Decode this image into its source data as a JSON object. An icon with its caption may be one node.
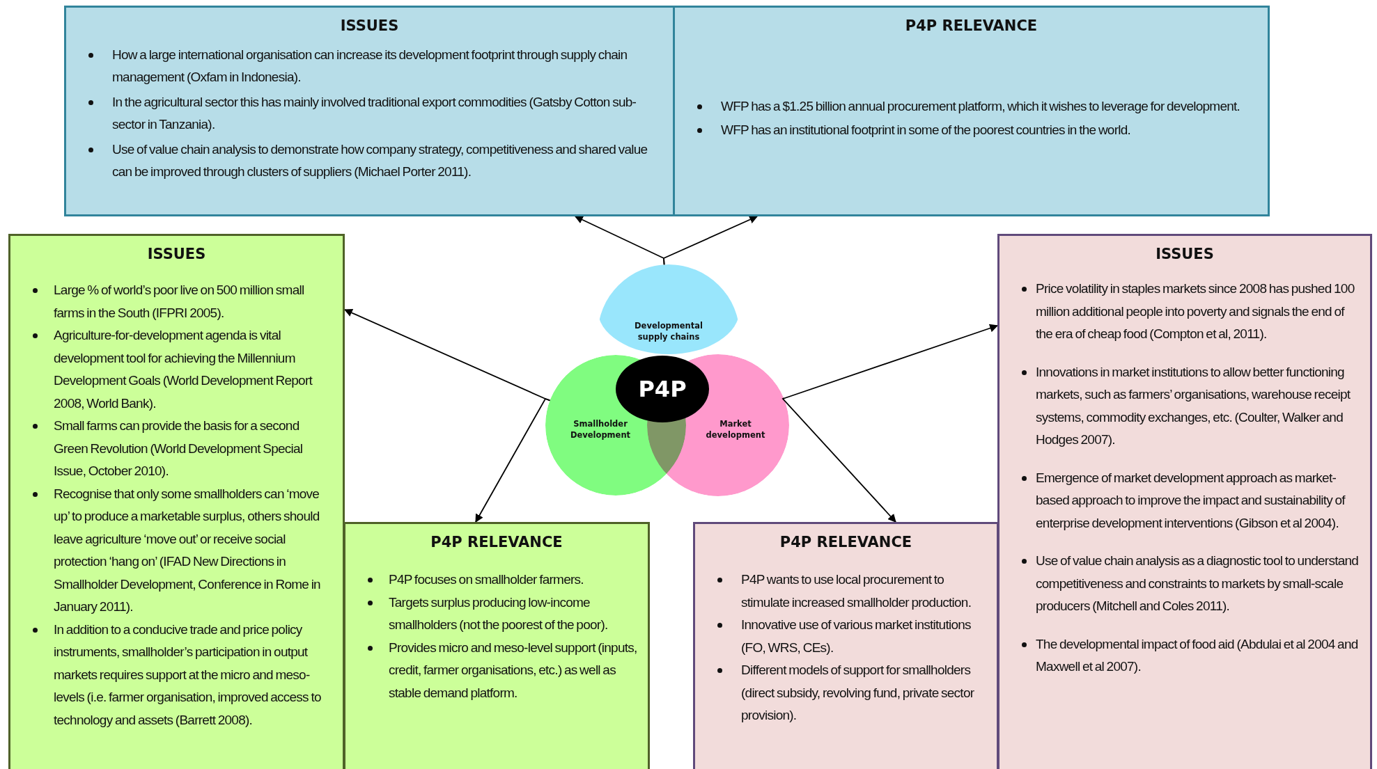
{
  "diagram": {
    "nodes": [
      {
        "text": [
          "ISSUES",
          "How a large international organisation can increase its development footprint through supply chain management (Oxfam in Indonesia).",
          "In the agricultural sector this has mainly involved traditional export commodities (Gatsby Cotton sub-sector in Tanzania).",
          "Use of value chain analysis to demonstrate how company strategy, competitiveness and shared value can be improved through clusters of suppliers (Michael Porter 2011)."
        ]
      },
      {
        "text": [
          "P4P RELEVANCE",
          "WFP has a $1.25 billion annual procurement platform, which it wishes to leverage for development.",
          "WFP has an institutional footprint in some of the poorest countries in the world."
        ]
      },
      {
        "text": [
          "ISSUES",
          "Large % of world’s poor live on 500 million small farms in the South (IFPRI 2005).",
          "Agriculture-for-development agenda is vital development tool for achieving the Millennium Development Goals (World Development Report 2008, World Bank).",
          "Small farms can provide the basis for a second Green Revolution (World Development Special Issue, October 2010).",
          "Recognise that only some smallholders can ‘move up’ to produce a marketable surplus, others should leave agriculture ‘move out’ or receive social protection ‘hang on’ (IFAD New Directions in Smallholder Development, Conference in Rome in January 2011).",
          "In addition to a conducive trade and price policy instruments, smallholder’s participation in output markets requires support at the micro and meso-levels (i.e. farmer organisation, improved access to technology and assets (Barrett 2008)."
        ]
      },
      {
        "text": [
          "P4P RELEVANCE",
          "P4P focuses on smallholder farmers.",
          "Targets surplus producing low-income smallholders (not the poorest of the poor).",
          "Provides micro and meso-level support (inputs, credit, farmer organisations, etc.) as well as stable demand platform."
        ]
      },
      {
        "text": [
          "P4P RELEVANCE",
          "P4P wants to use local procurement to stimulate increased smallholder production.",
          "Innovative use of various market institutions (FO, WRS, CEs).",
          "Different models of support for smallholders (direct subsidy, revolving fund, private sector provision)."
        ]
      },
      {
        "text": [
          "ISSUES",
          "Price volatility in staples markets since 2008 has pushed 100 million additional people into poverty and signals the end of the era of cheap food (Compton et al, 2011).",
          "Innovations in market institutions to allow better functioning markets, such as farmers’ organisations, warehouse receipt systems, commodity exchanges, etc. (Coulter, Walker and Hodges 2007).",
          "Emergence of market development approach as market-based approach to improve the impact and sustainability of enterprise development interventions (Gibson et al 2004).",
          "Use of value chain analysis as a diagnostic tool to understand competitiveness and constraints to markets by small-scale producers (Mitchell and Coles 2011).",
          "The developmental impact of food aid (Abdulai et al 2004 and Maxwell et al 2007)."
        ]
      },
      {
        "text": [
          "Developmental supply chains"
        ]
      },
      {
        "text": [
          "Smallholder Development"
        ]
      },
      {
        "text": [
          "Market development"
        ]
      },
      {
        "text": [
          "P4P"
        ]
      }
    ],
    "edges": [
      {
        "from": 6,
        "to": 0,
        "arrow": "to"
      },
      {
        "from": 6,
        "to": 1,
        "arrow": "to"
      },
      {
        "from": 7,
        "to": 2,
        "arrow": "to"
      },
      {
        "from": 7,
        "to": 3,
        "arrow": "to"
      },
      {
        "from": 8,
        "to": 5,
        "arrow": "to"
      },
      {
        "from": 8,
        "to": 4,
        "arrow": "to"
      }
    ]
  }
}
